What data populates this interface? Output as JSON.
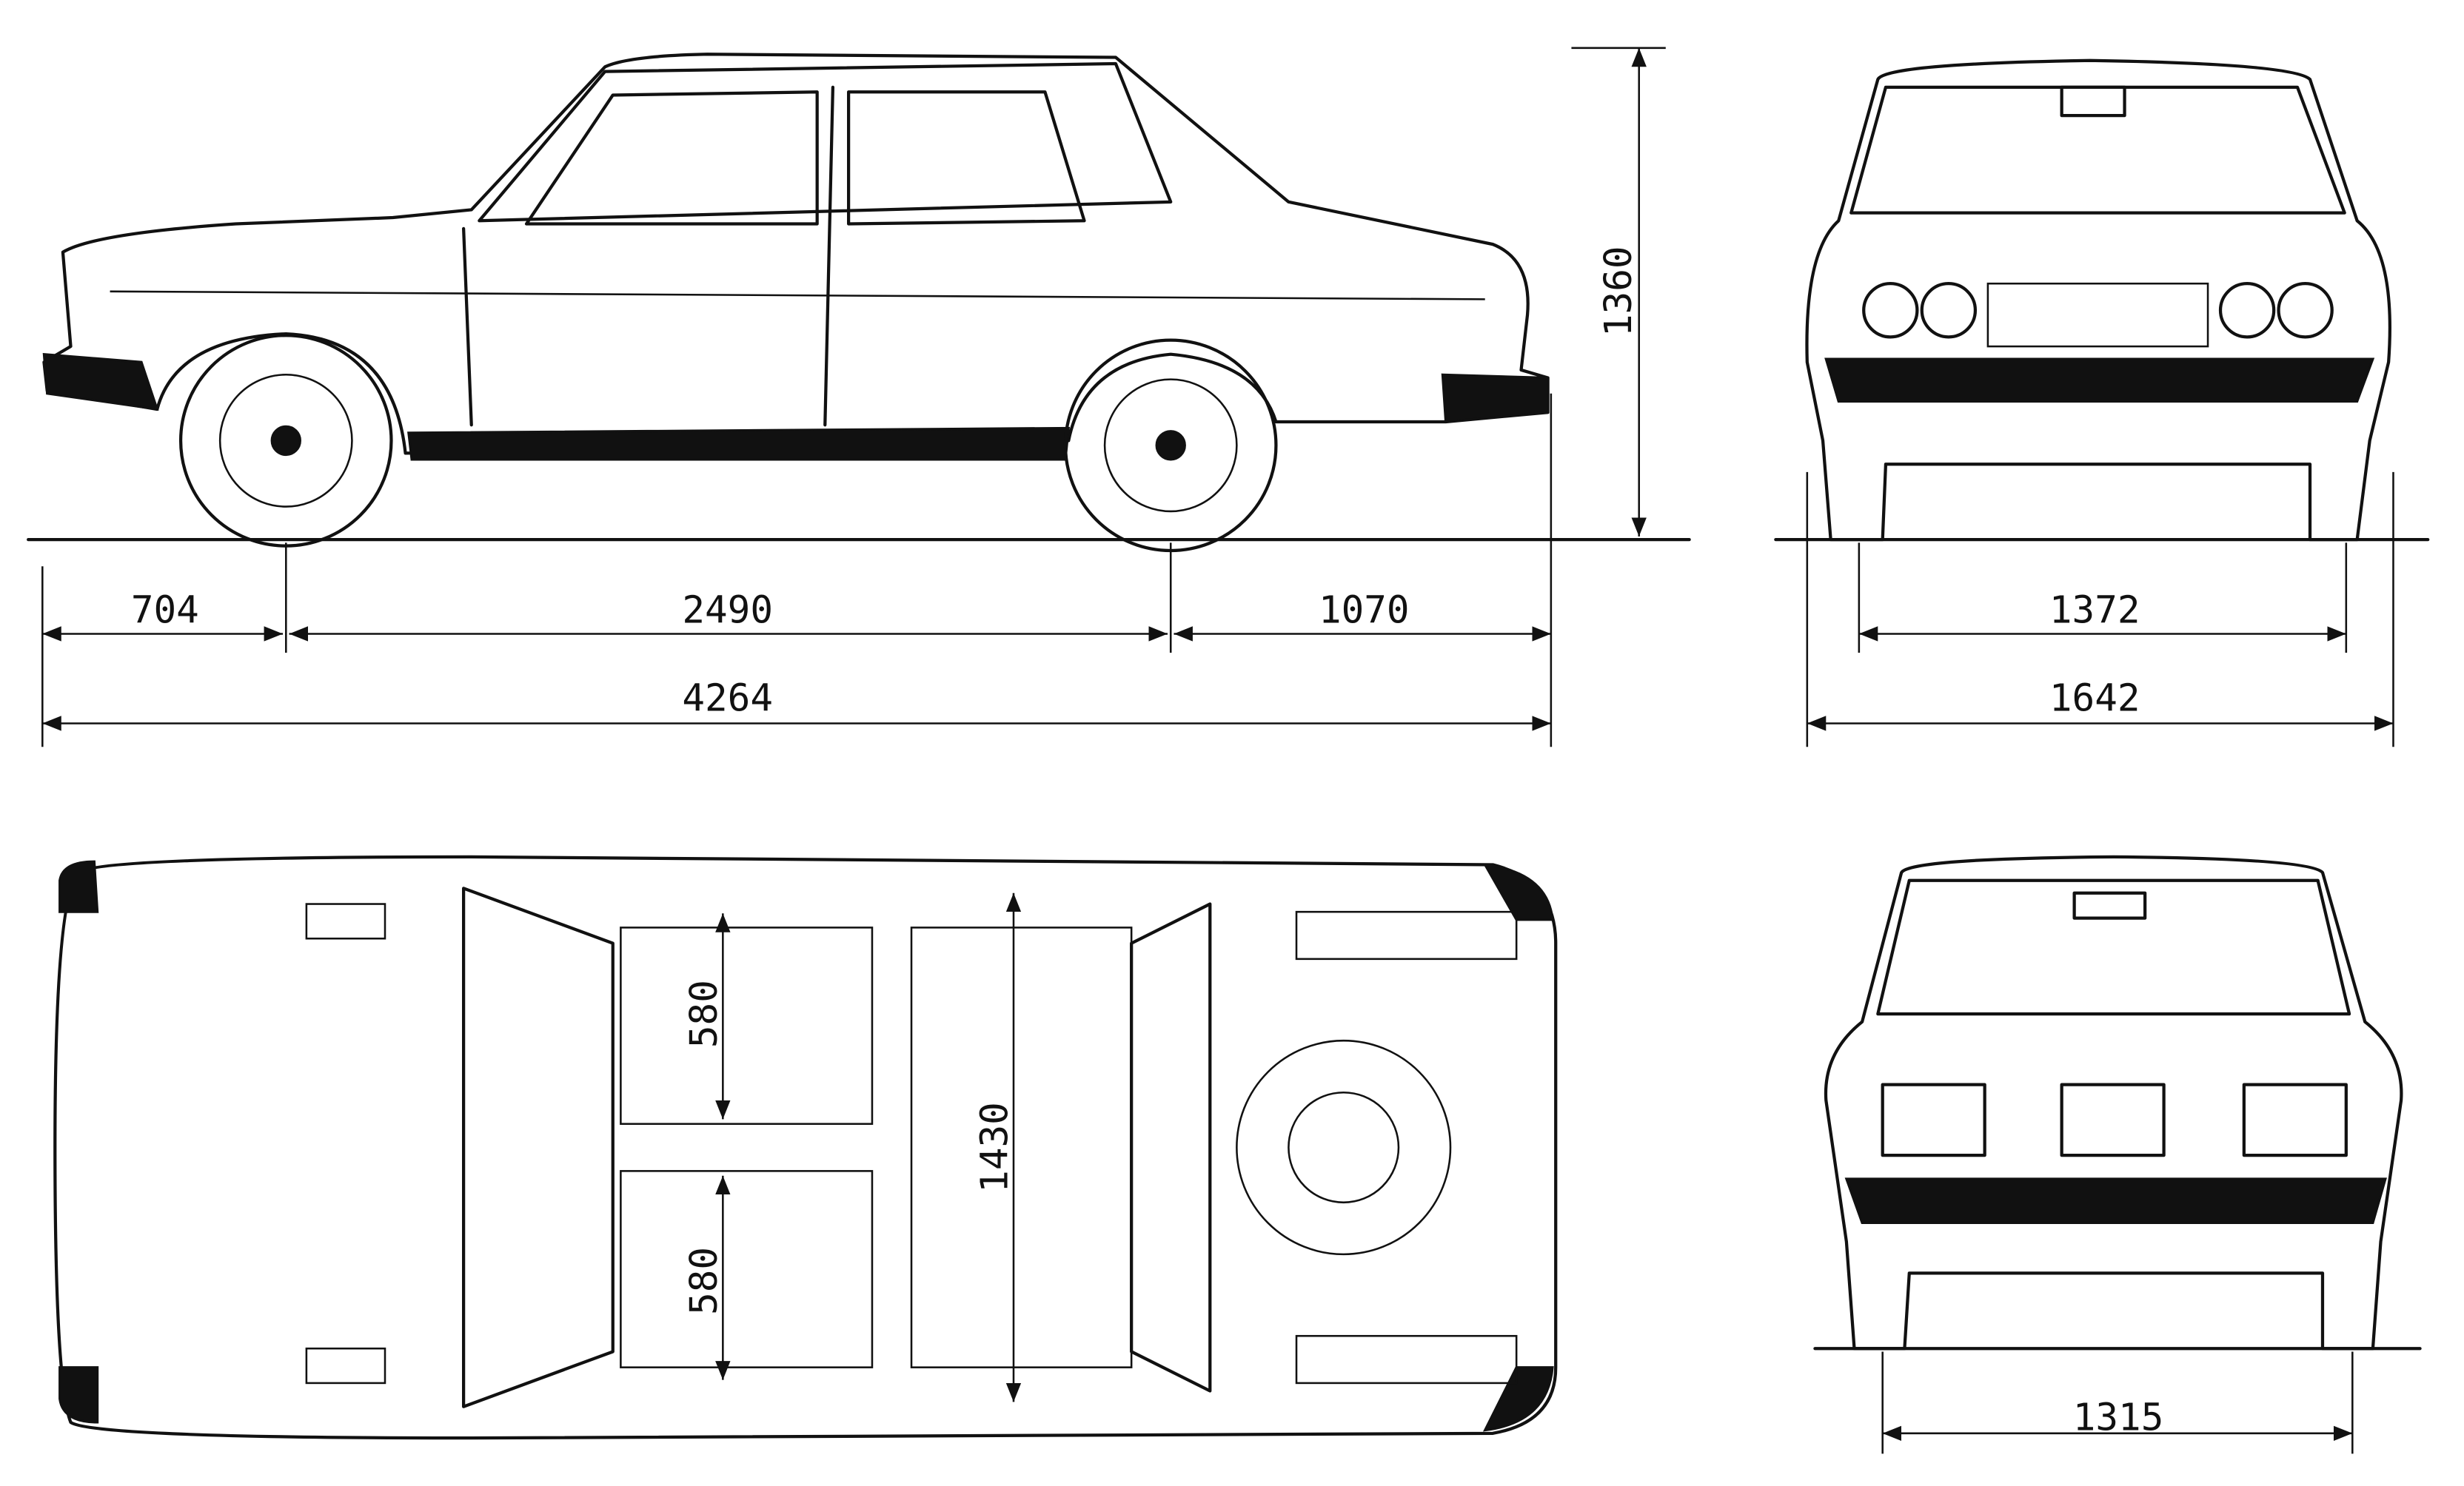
{
  "drawing": {
    "views": [
      "side",
      "front",
      "top",
      "rear"
    ],
    "side_view": {
      "front_overhang": "704",
      "wheelbase": "2490",
      "rear_overhang": "1070",
      "overall_length": "4264",
      "overall_height": "1360"
    },
    "front_view": {
      "front_track": "1372",
      "overall_width": "1642"
    },
    "top_view": {
      "front_seat_depth": "580",
      "rear_seat_depth": "580",
      "interior_width": "1430"
    },
    "rear_view": {
      "rear_track": "1315"
    }
  }
}
